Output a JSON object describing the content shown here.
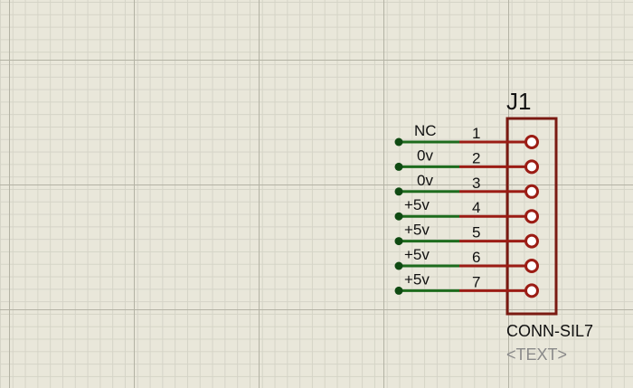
{
  "component": {
    "designator": "J1",
    "part": "CONN-SIL7",
    "text_placeholder": "<TEXT>",
    "pins": [
      {
        "number": "1",
        "net": "NC"
      },
      {
        "number": "2",
        "net": "0v"
      },
      {
        "number": "3",
        "net": "0v"
      },
      {
        "number": "4",
        "net": "+5v"
      },
      {
        "number": "5",
        "net": "+5v"
      },
      {
        "number": "6",
        "net": "+5v"
      },
      {
        "number": "7",
        "net": "+5v"
      }
    ]
  },
  "colors": {
    "background": "#e9e7da",
    "grid_major": "#b3b2a4",
    "grid_minor": "#d5d4c7",
    "body_outline": "#7a1a12",
    "pin_line": "#9b1c14",
    "wire": "#1d6b1d",
    "wire_end": "#0f4a12",
    "text": "#111111",
    "placeholder_text": "#8a8a8a"
  }
}
